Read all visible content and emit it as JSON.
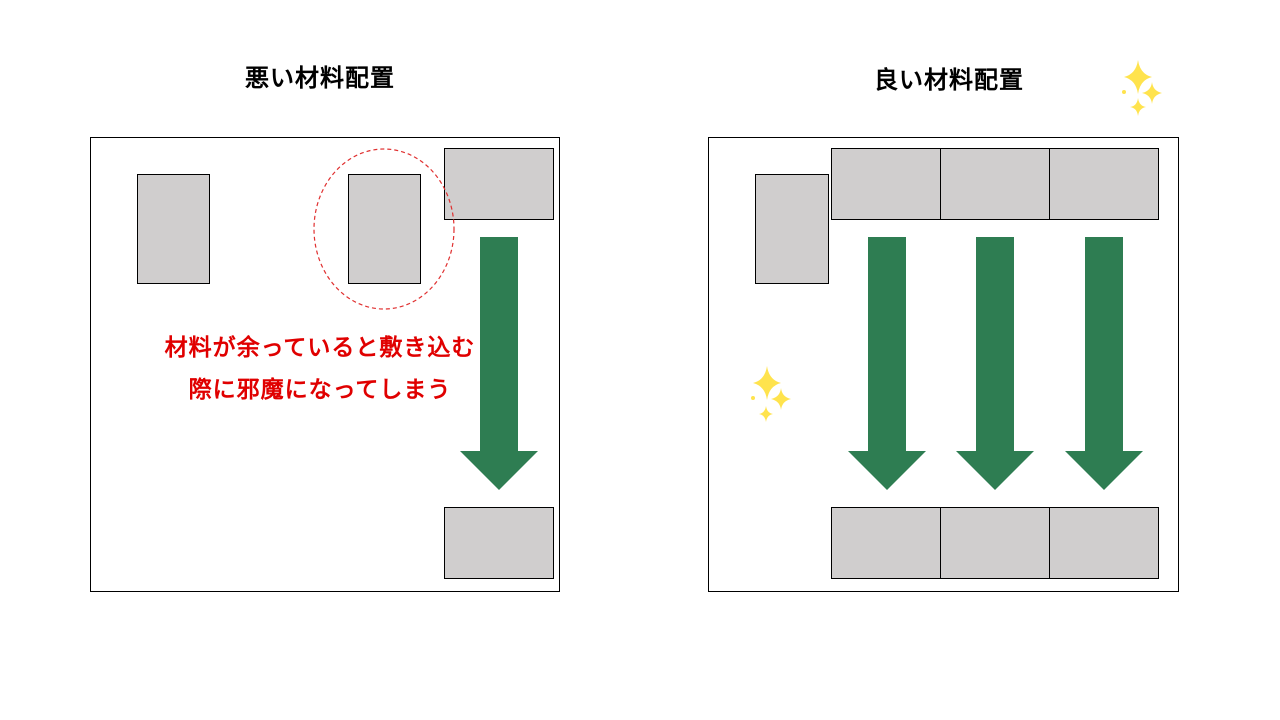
{
  "bad_layout": {
    "title": "悪い材料配置",
    "note_line1": "材料が余っていると敷き込む",
    "note_line2": "際に邪魔になってしまう"
  },
  "good_layout": {
    "title": "良い材料配置"
  },
  "colors": {
    "material_fill": "#d0cece",
    "arrow": "#2e7d52",
    "warning_text": "#e00000",
    "dashed_circle": "#e03030",
    "sparkle": "#ffe34d"
  },
  "icons": [
    "arrow-down-icon",
    "sparkle-icon"
  ]
}
